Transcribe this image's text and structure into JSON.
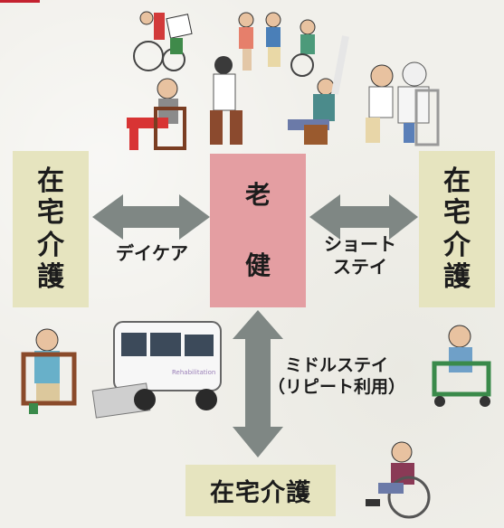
{
  "boxes": {
    "left_home_care": [
      "在",
      "宅",
      "介",
      "護"
    ],
    "right_home_care": [
      "在",
      "宅",
      "介",
      "護"
    ],
    "center_facility": [
      "老",
      "健"
    ],
    "bottom_home_care": "在宅介護"
  },
  "labels": {
    "day_care": "デイケア",
    "short_stay_line1": "ショート",
    "short_stay_line2": "ステイ",
    "middle_stay_line1": "ミドルステイ",
    "middle_stay_line2": "（リピート利用）"
  },
  "van_text": "Rehabilitation",
  "colors": {
    "box_green": "#e6e4bf",
    "box_pink": "#e49ea2",
    "arrow_gray": "#7f8784",
    "background": "#f1f0eb"
  }
}
